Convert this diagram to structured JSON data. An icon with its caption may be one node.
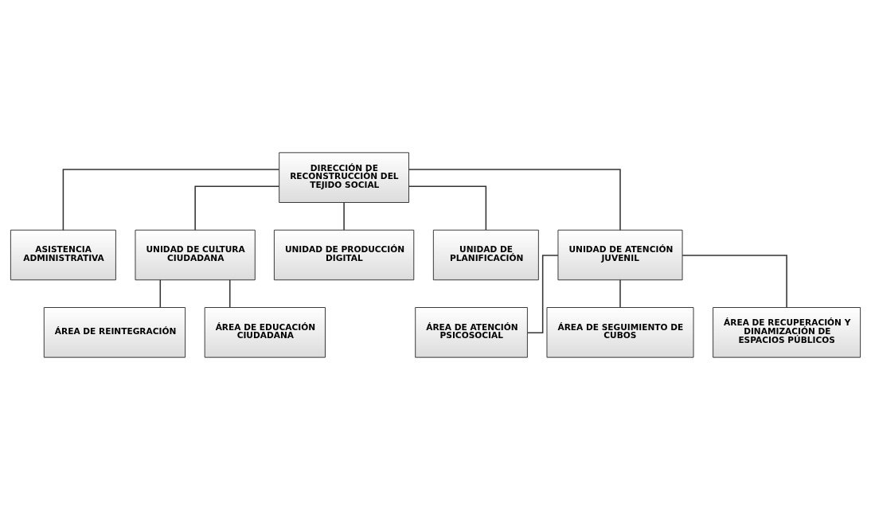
{
  "diagram": {
    "nodes": [
      {
        "text": [
          "DIRECCIÓN DE RECONSTRUCCIÓN DEL TEJIDO SOCIAL"
        ]
      },
      {
        "text": [
          "ASISTENCIA ADMINISTRATIVA"
        ]
      },
      {
        "text": [
          "UNIDAD DE CULTURA CIUDADANA"
        ]
      },
      {
        "text": [
          "UNIDAD DE PRODUCCIÓN DIGITAL"
        ]
      },
      {
        "text": [
          "UNIDAD DE PLANIFICACIÓN"
        ]
      },
      {
        "text": [
          "UNIDAD DE ATENCIÓN JUVENIL"
        ]
      },
      {
        "text": [
          "ÁREA DE REINTEGRACIÓN"
        ]
      },
      {
        "text": [
          "ÁREA DE EDUCACIÓN CIUDADANA"
        ]
      },
      {
        "text": [
          "ÁREA DE ATENCIÓN PSICOSOCIAL"
        ]
      },
      {
        "text": [
          "ÁREA DE SEGUIMIENTO DE CUBOS"
        ]
      },
      {
        "text": [
          "ÁREA DE RECUPERACIÓN Y DINAMIZACIÓN DE ESPACIOS PÚBLICOS"
        ]
      }
    ],
    "edges": [
      {
        "from": 0,
        "to": 1,
        "arrow": "none"
      },
      {
        "from": 0,
        "to": 2,
        "arrow": "none"
      },
      {
        "from": 0,
        "to": 3,
        "arrow": "none"
      },
      {
        "from": 0,
        "to": 4,
        "arrow": "none"
      },
      {
        "from": 0,
        "to": 5,
        "arrow": "none"
      },
      {
        "from": 2,
        "to": 6,
        "arrow": "none"
      },
      {
        "from": 2,
        "to": 7,
        "arrow": "none"
      },
      {
        "from": 5,
        "to": 8,
        "arrow": "none"
      },
      {
        "from": 5,
        "to": 9,
        "arrow": "none"
      },
      {
        "from": 5,
        "to": 10,
        "arrow": "none"
      }
    ]
  }
}
